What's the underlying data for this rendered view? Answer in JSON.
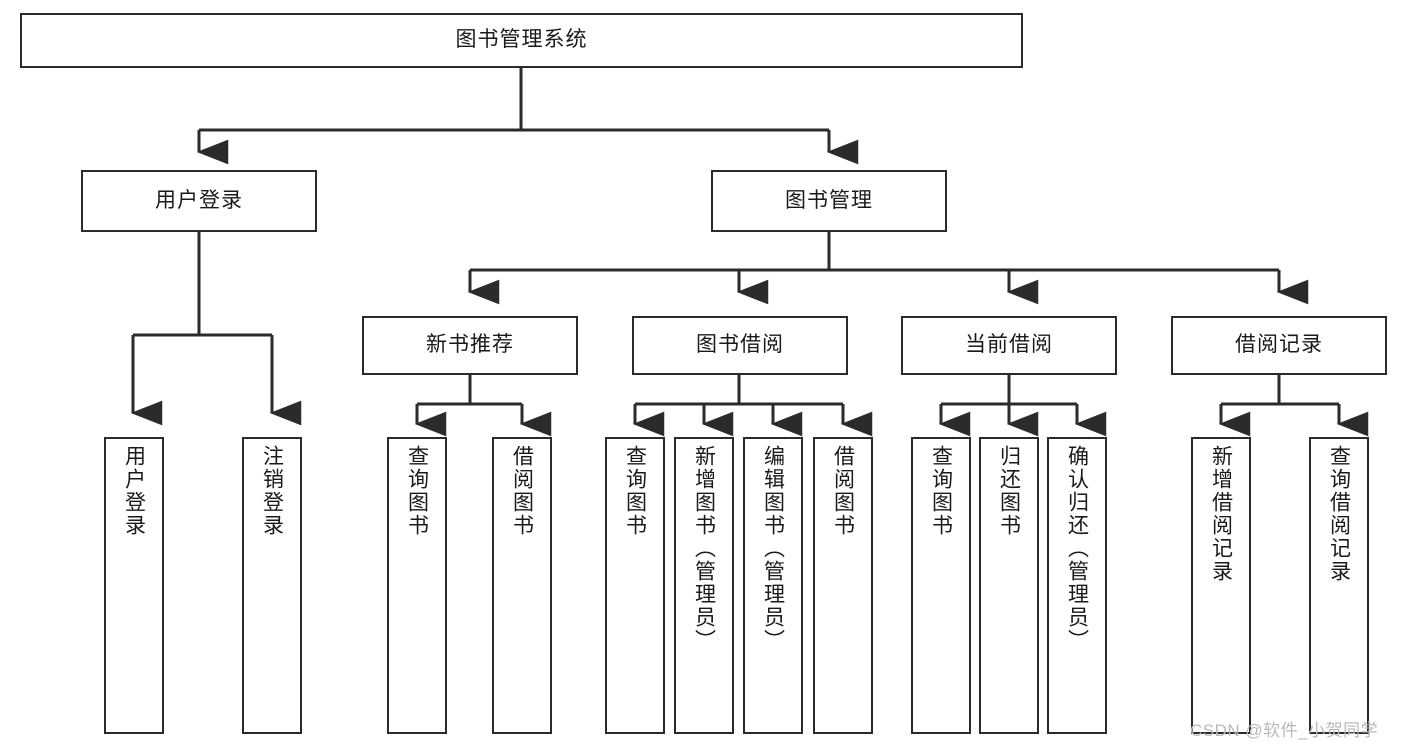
{
  "diagram": {
    "title": "图书管理系统",
    "type": "tree-hierarchy-diagram",
    "root": {
      "id": "root",
      "label": "图书管理系统"
    },
    "level2": [
      {
        "id": "user-login",
        "label": "用户登录"
      },
      {
        "id": "book-manage",
        "label": "图书管理"
      }
    ],
    "level3": [
      {
        "id": "new-book-rec",
        "label": "新书推荐"
      },
      {
        "id": "book-borrow",
        "label": "图书借阅"
      },
      {
        "id": "current-borrow",
        "label": "当前借阅"
      },
      {
        "id": "borrow-record",
        "label": "借阅记录"
      }
    ],
    "leaves": {
      "user_login": [
        {
          "id": "leaf-user-login",
          "label": "用户登录"
        },
        {
          "id": "leaf-user-logout",
          "label": "注销登录"
        }
      ],
      "new_book_rec": [
        {
          "id": "leaf-query-book-1",
          "label": "查询图书"
        },
        {
          "id": "leaf-borrow-book-1",
          "label": "借阅图书"
        }
      ],
      "book_borrow": [
        {
          "id": "leaf-query-book-2",
          "label": "查询图书"
        },
        {
          "id": "leaf-add-book",
          "label": "新增图书（管理员）"
        },
        {
          "id": "leaf-edit-book",
          "label": "编辑图书（管理员）"
        },
        {
          "id": "leaf-borrow-book-2",
          "label": "借阅图书"
        }
      ],
      "current_borrow": [
        {
          "id": "leaf-query-book-3",
          "label": "查询图书"
        },
        {
          "id": "leaf-return-book",
          "label": "归还图书"
        },
        {
          "id": "leaf-confirm-return",
          "label": "确认归还（管理员）"
        }
      ],
      "borrow_record": [
        {
          "id": "leaf-add-record",
          "label": "新增借阅记录"
        },
        {
          "id": "leaf-query-record",
          "label": "查询借阅记录"
        }
      ]
    }
  },
  "watermark": {
    "text": "CSDN @软件_小贺同学"
  },
  "colors": {
    "stroke": "#2b2b2b",
    "fill": "#ffffff",
    "text": "#1a1a1a",
    "watermark": "#b9b9b9"
  }
}
